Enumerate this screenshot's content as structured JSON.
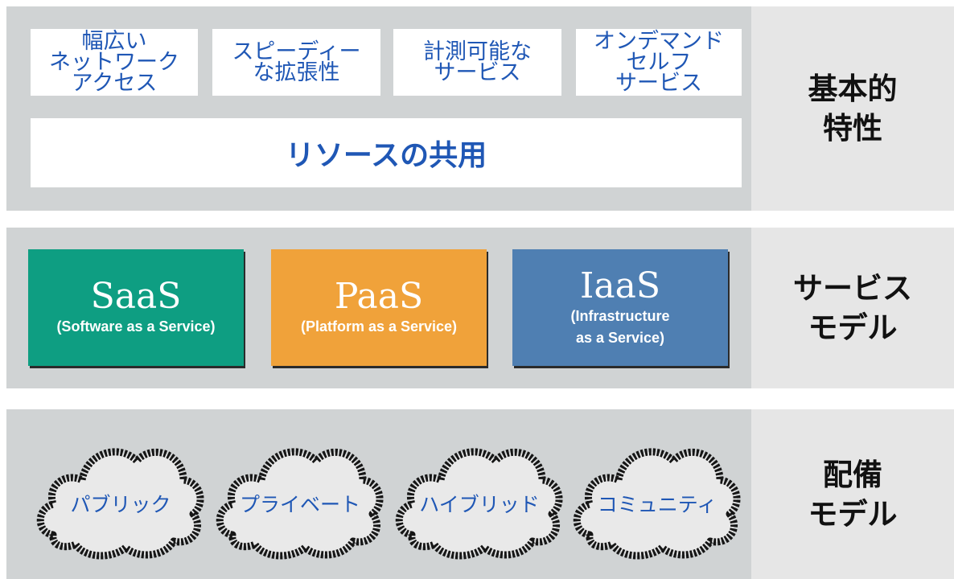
{
  "characteristics": {
    "label": "基本的\n特性",
    "items": [
      "幅広い\nネットワーク\nアクセス",
      "スピーディー\nな拡張性",
      "計測可能な\nサービス",
      "オンデマンド\nセルフ\nサービス"
    ],
    "resource_pooling": "リソースの共用"
  },
  "service_models": {
    "label": "サービス\nモデル",
    "items": [
      {
        "name": "SaaS",
        "desc": "(Software as a Service)",
        "color": "#0e9e82"
      },
      {
        "name": "PaaS",
        "desc": "(Platform as a Service)",
        "color": "#f0a23a"
      },
      {
        "name": "IaaS",
        "desc": "(Infrastructure\nas a Service)",
        "color": "#4f7fb2"
      }
    ]
  },
  "deployment_models": {
    "label": "配備\nモデル",
    "items": [
      "パブリック",
      "プライベート",
      "ハイブリッド",
      "コミュニティ"
    ]
  },
  "colors": {
    "band": "#d0d3d4",
    "side": "#e6e6e6",
    "text_blue": "#1f57b5",
    "cloud_fill": "#e9e9e9",
    "cloud_stroke": "#161616"
  }
}
